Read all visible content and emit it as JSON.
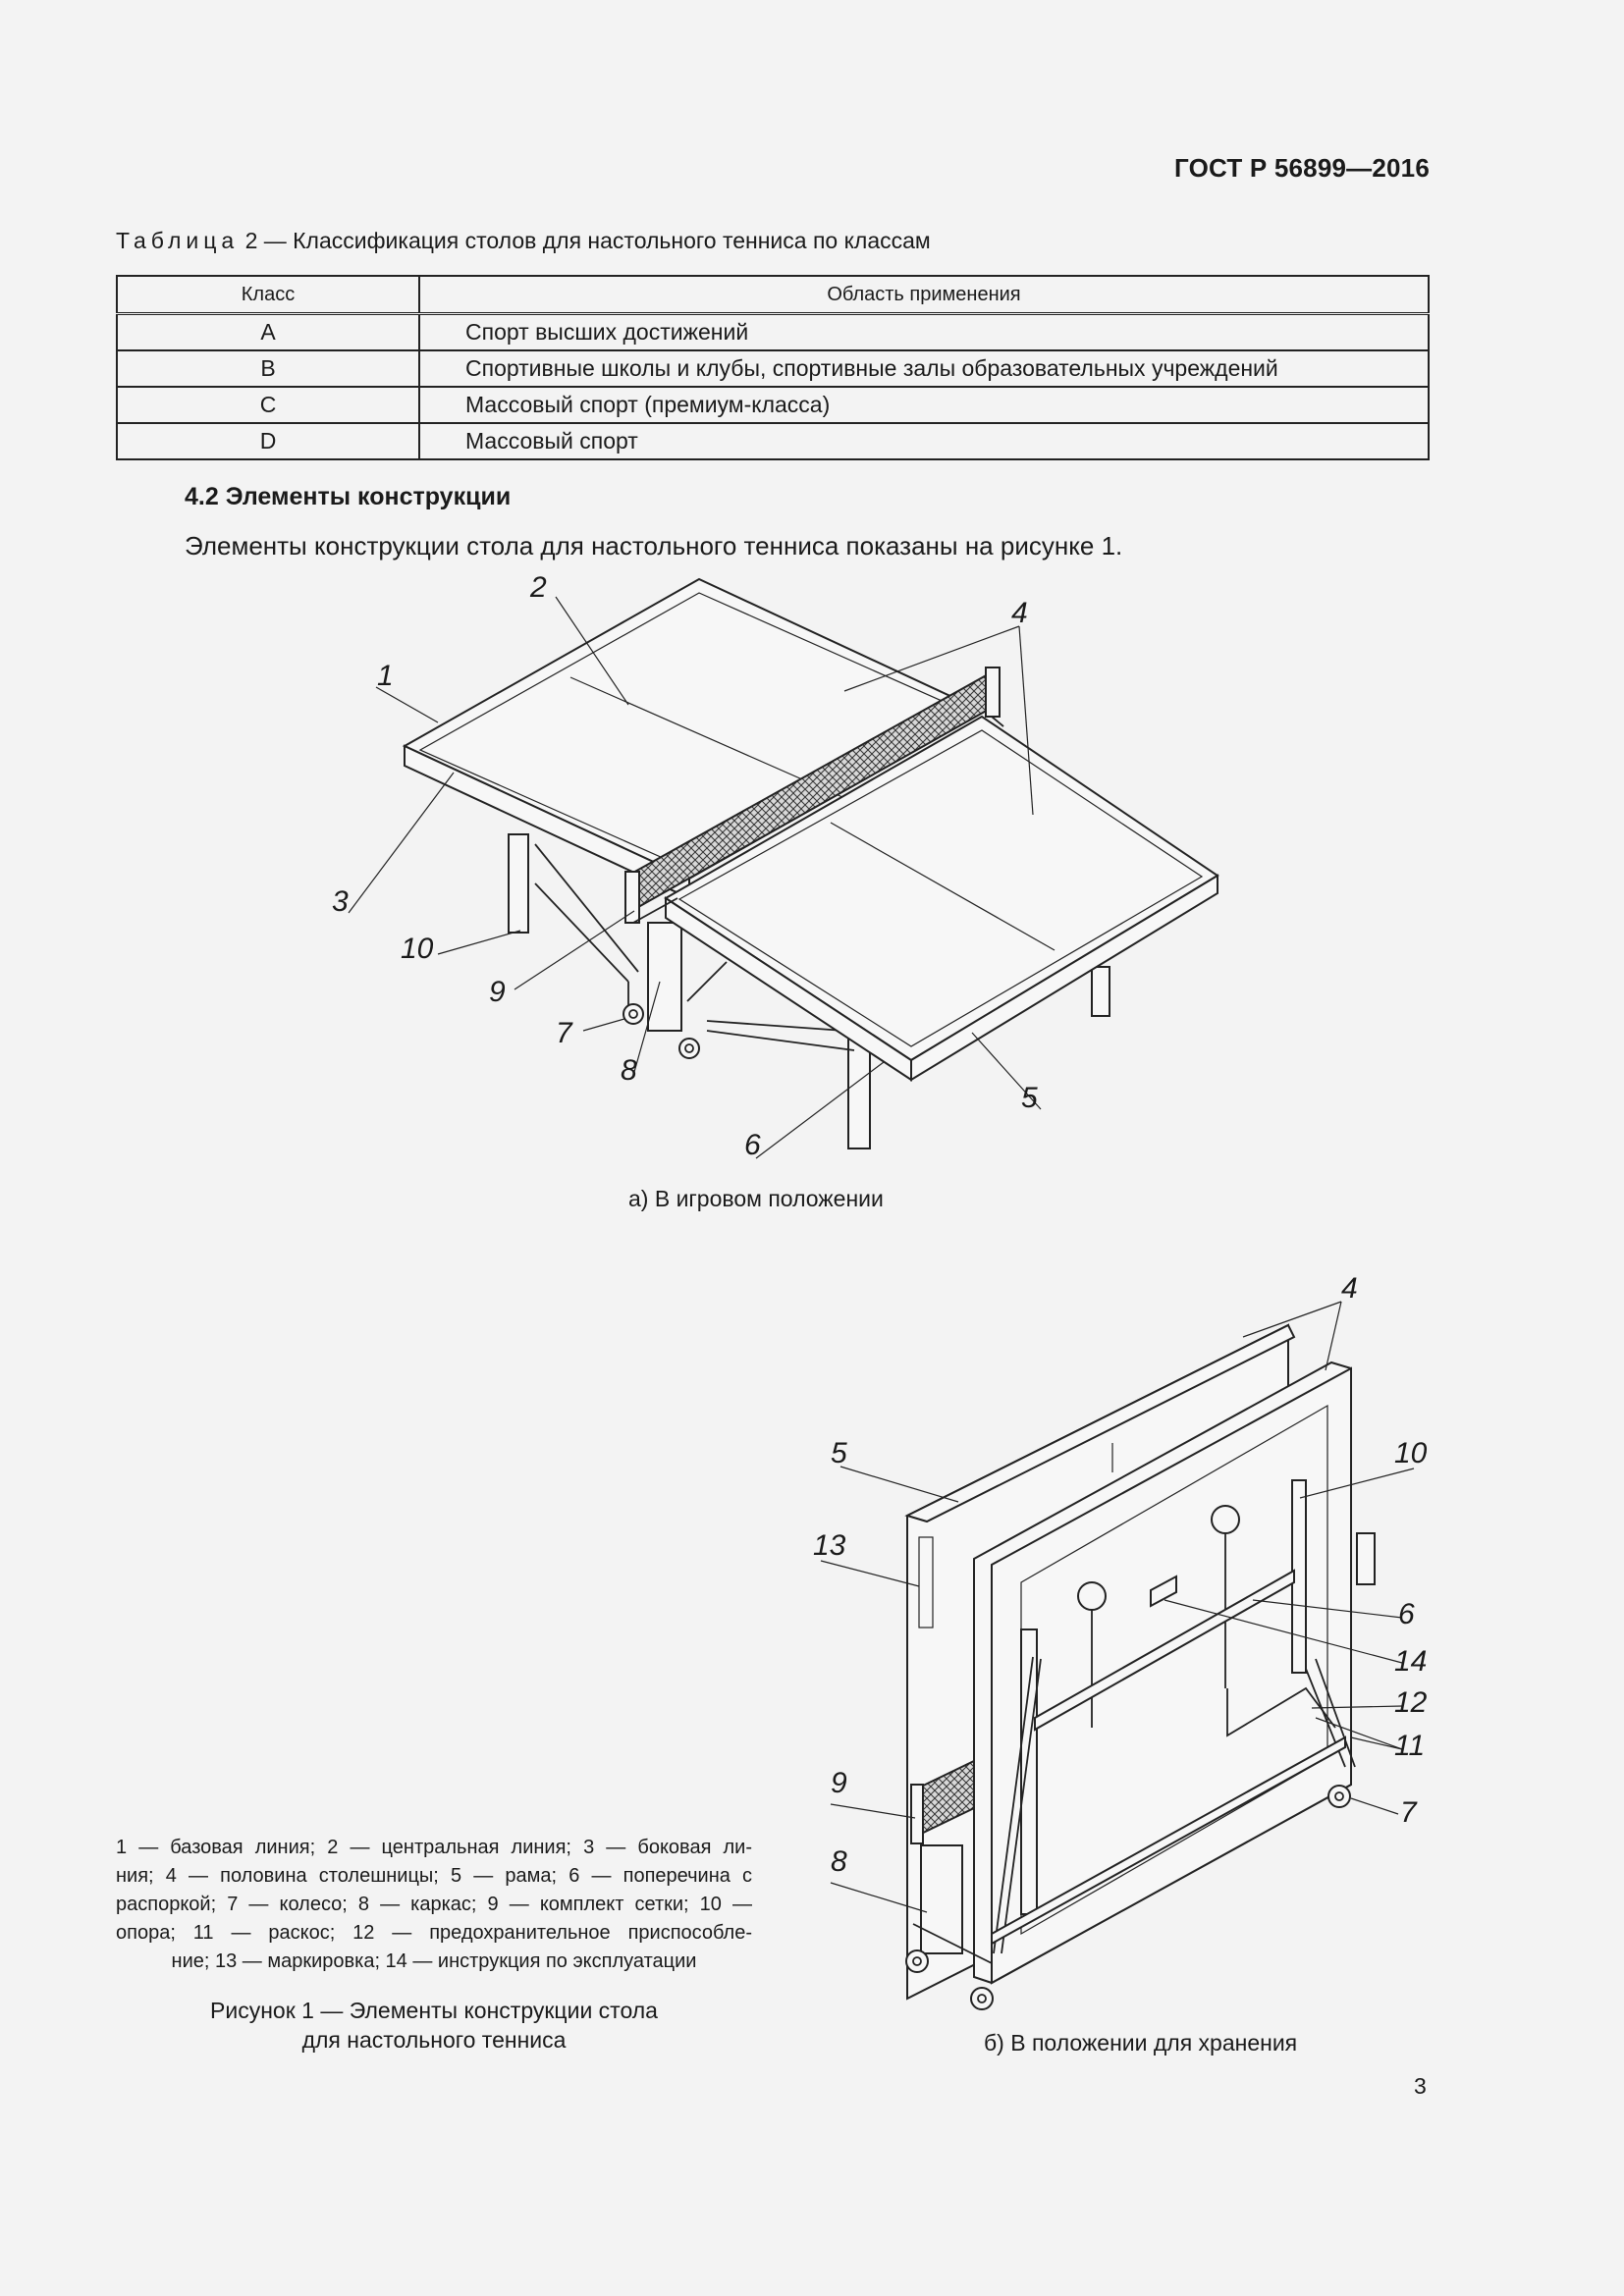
{
  "header": {
    "doc_code": "ГОСТ Р 56899—2016"
  },
  "table": {
    "caption_prefix": "Таблица",
    "caption_rest": " 2 — Классификация столов для настольного тенниса по классам",
    "headers": [
      "Класс",
      "Область применения"
    ],
    "rows": [
      [
        "A",
        "Спорт высших достижений"
      ],
      [
        "B",
        "Спортивные школы и клубы, спортивные залы образовательных учреждений"
      ],
      [
        "C",
        "Массовый спорт (премиум-класса)"
      ],
      [
        "D",
        "Массовый спорт"
      ]
    ]
  },
  "section": {
    "heading": "4.2 Элементы конструкции",
    "text": "Элементы конструкции стола для настольного тенниса показаны на рисунке 1."
  },
  "figure_a": {
    "caption": "а) В игровом положении",
    "labels": [
      "1",
      "2",
      "3",
      "4",
      "5",
      "6",
      "7",
      "8",
      "9",
      "10"
    ]
  },
  "figure_b": {
    "caption": "б) В положении для хранения",
    "labels": [
      "4",
      "5",
      "13",
      "10",
      "6",
      "14",
      "12",
      "11",
      "9",
      "7",
      "8"
    ]
  },
  "legend": {
    "lines": [
      "1 — базовая линия; 2 — центральная линия; 3 — боковая ли-",
      "ния; 4 — половина столешницы; 5 — рама; 6 — поперечина с",
      "распоркой; 7 — колесо; 8 — каркас; 9 — комплект сетки; 10 —",
      "опора; 11 — раскос; 12 — предохранительное приспособле-",
      "ние; 13 — маркировка; 14 — инструкция по эксплуатации"
    ]
  },
  "figure_title": {
    "line1": "Рисунок 1 — Элементы конструкции стола",
    "line2": "для настольного тенниса"
  },
  "page_number": "3"
}
